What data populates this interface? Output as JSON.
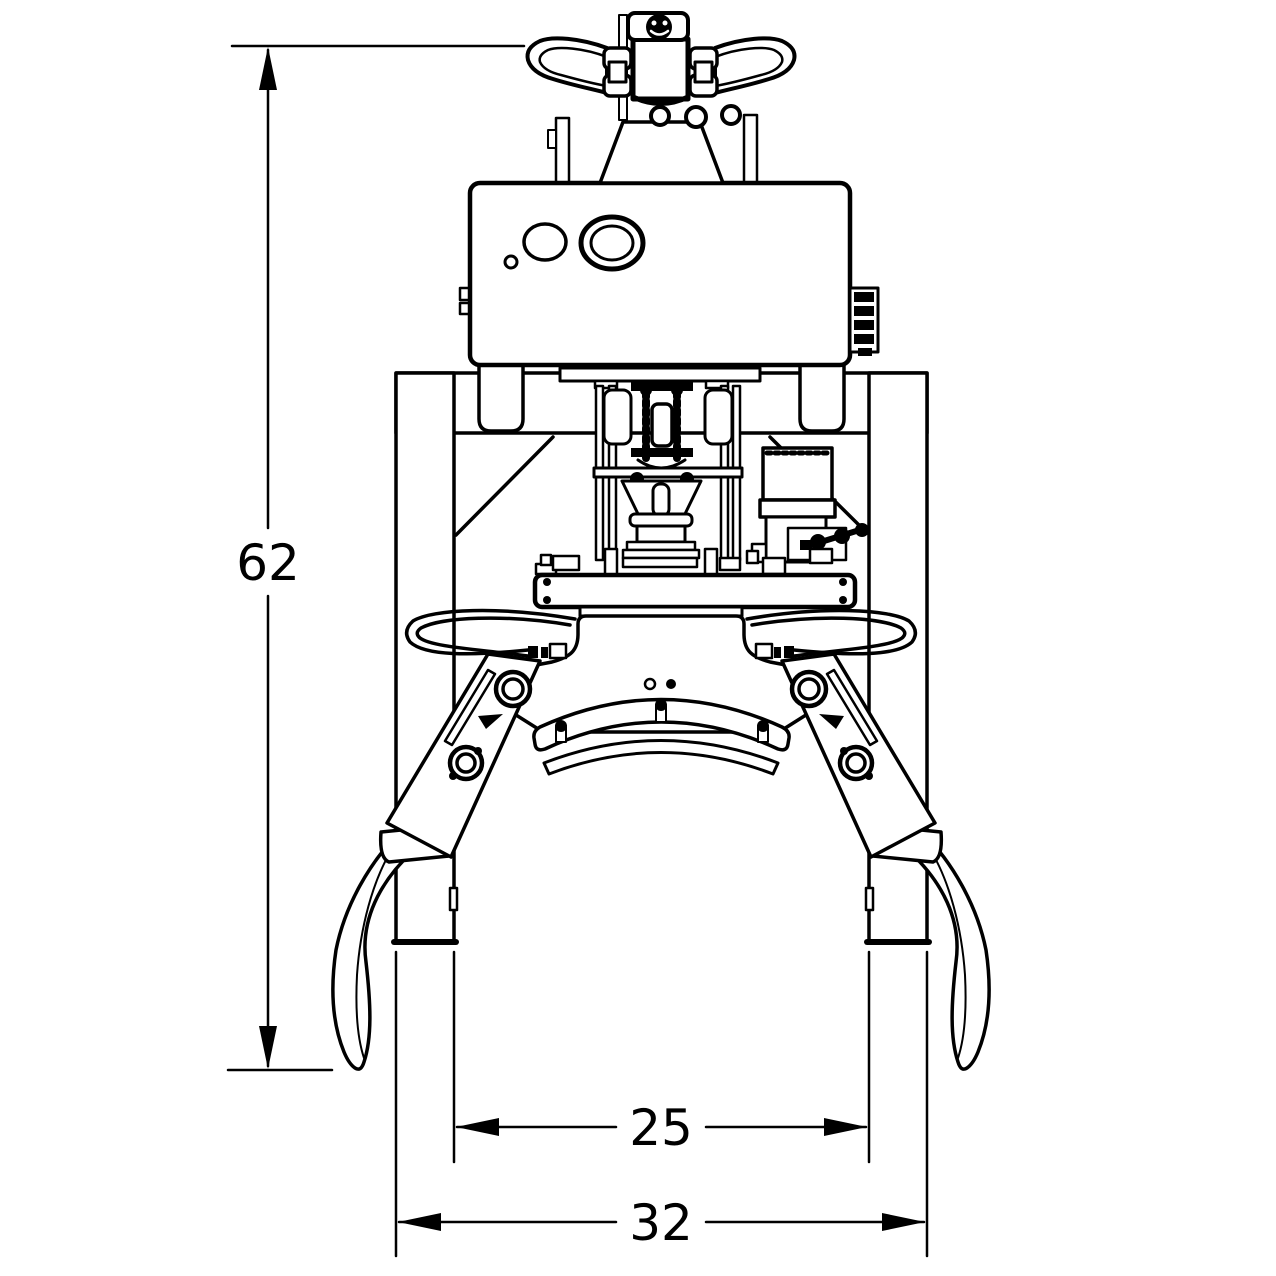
{
  "drawing": {
    "type": "engineering-dimension-drawing",
    "subject": "grapple attachment front view",
    "background_color": "#ffffff",
    "line_color": "#000000"
  },
  "dimensions": {
    "height": {
      "value": "62",
      "orientation": "vertical",
      "side": "left"
    },
    "inner_width": {
      "value": "25",
      "orientation": "horizontal",
      "position": "lower"
    },
    "overall_width": {
      "value": "32",
      "orientation": "horizontal",
      "position": "bottom"
    }
  }
}
